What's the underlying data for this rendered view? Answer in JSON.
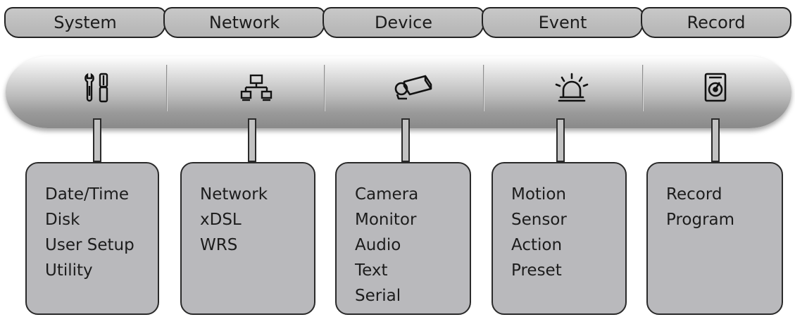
{
  "tabs": [
    {
      "label": "System"
    },
    {
      "label": "Network"
    },
    {
      "label": "Device"
    },
    {
      "label": "Event"
    },
    {
      "label": "Record"
    }
  ],
  "icons": [
    {
      "name": "tools-icon"
    },
    {
      "name": "network-icon"
    },
    {
      "name": "camera-icon"
    },
    {
      "name": "alarm-icon"
    },
    {
      "name": "hard-disk-icon"
    }
  ],
  "menus": [
    {
      "items": [
        "Date/Time",
        "Disk",
        "User Setup",
        "Utility"
      ]
    },
    {
      "items": [
        "Network",
        "xDSL",
        "WRS"
      ]
    },
    {
      "items": [
        "Camera",
        "Monitor",
        "Audio",
        "Text",
        "Serial"
      ]
    },
    {
      "items": [
        "Motion",
        "Sensor",
        "Action",
        "Preset"
      ]
    },
    {
      "items": [
        "Record",
        "Program"
      ]
    }
  ],
  "colors": {
    "tab_fill": "#bebebe",
    "box_fill": "#b9b9bc",
    "outline": "#2a2a2a"
  }
}
